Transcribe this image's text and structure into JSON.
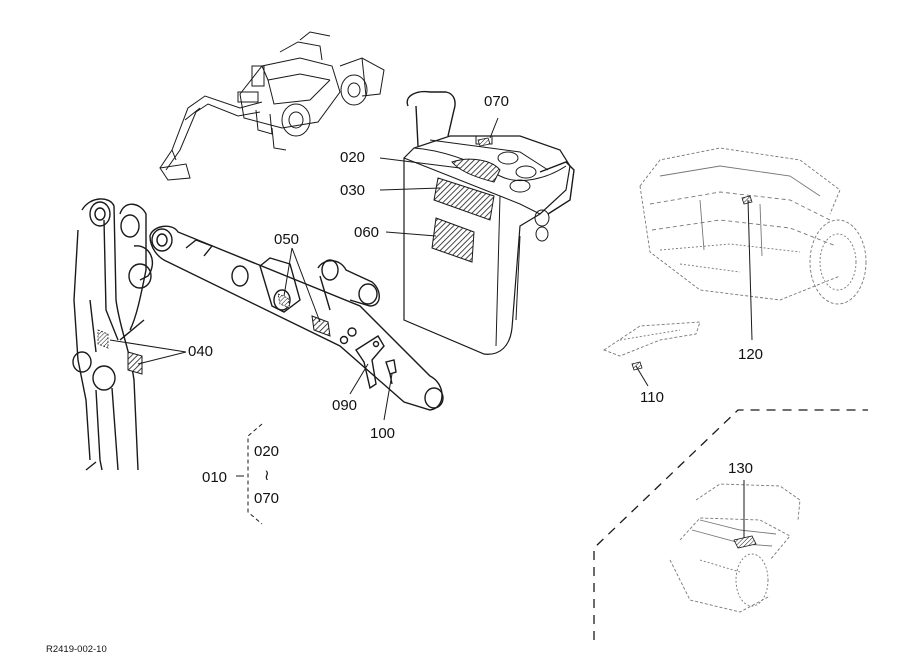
{
  "callouts": {
    "c010": "010",
    "c020": "020",
    "c030": "030",
    "c040": "040",
    "c050": "050",
    "c060": "060",
    "c070": "070",
    "c090": "090",
    "c100": "100",
    "c110": "110",
    "c120": "120",
    "c130": "130"
  },
  "group": {
    "start": "020",
    "tilde": "≀",
    "end": "070"
  },
  "reference_code": "R2419-002-10",
  "colors": {
    "ink": "#1a1a1a",
    "background": "#ffffff",
    "hatch": "#1a1a1a"
  }
}
